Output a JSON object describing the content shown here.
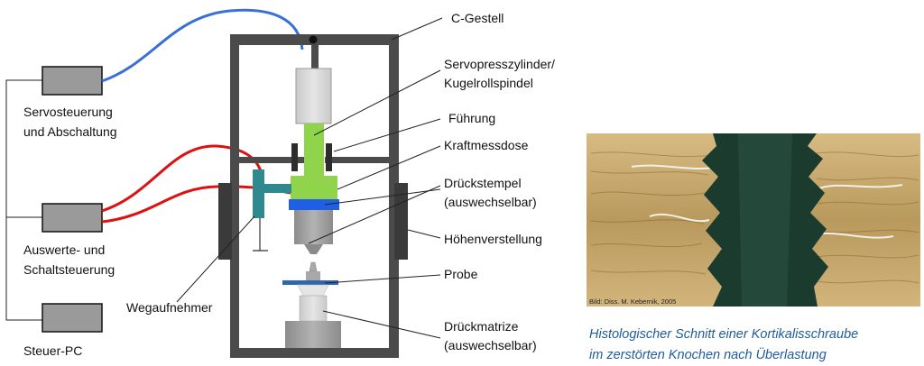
{
  "labels": {
    "c_gestell": "C-Gestell",
    "servopresszylinder_1": "Servopresszylinder/",
    "servopresszylinder_2": "Kugelrollspindel",
    "fuehrung": "Führung",
    "kraftmessdose": "Kraftmessdose",
    "drueckstempel_1": "Drückstempel",
    "drueckstempel_2": "(auswechselbar)",
    "hoehenverstellung": "Höhenverstellung",
    "probe": "Probe",
    "drueckmatrize_1": "Drückmatrize",
    "drueckmatrize_2": "(auswechselbar)",
    "wegaufnehmer": "Wegaufnehmer",
    "servosteuerung_1": "Servosteuerung",
    "servosteuerung_2": "und Abschaltung",
    "auswerte_1": "Auswerte- und",
    "auswerte_2": "Schaltsteuerung",
    "steuer_pc": "Steuer-PC"
  },
  "photo": {
    "credit": "Bild: Diss. M. Kebernik, 2005",
    "caption_1": "Histologischer Schnitt einer Kortikalisschraube",
    "caption_2": "im zerstörten Knochen nach Überlastung"
  },
  "colors": {
    "cable_blue": "#3b6fd8",
    "cable_red": "#dd1111",
    "piston_green": "#8fd44a",
    "stamp_blue": "#1f5fe6",
    "sensor_teal": "#2e8a8f",
    "caption_blue": "#1f5c9c"
  }
}
